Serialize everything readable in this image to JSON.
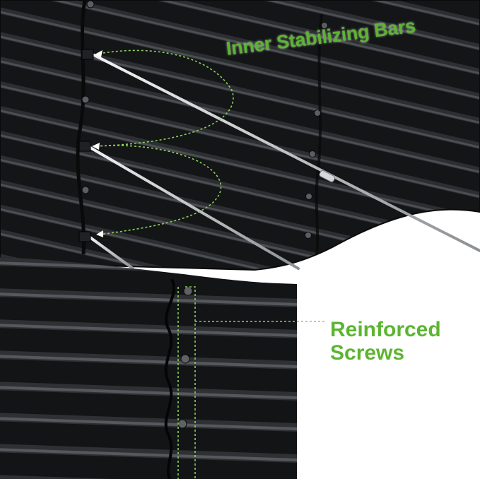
{
  "callouts": {
    "stabilizing_bars": "Inner Stabilizing Bars",
    "screws_line1": "Reinforced",
    "screws_line2": "Screws"
  },
  "colors": {
    "accent_green": "#5cb531",
    "panel_black": "#1b1c1e",
    "rod_silver": "#c9ccce",
    "background": "#ffffff"
  },
  "scene": {
    "subject": "black corrugated metal raised garden bed panels",
    "icons": [
      "screw-icon",
      "stabilizing-bar-icon"
    ]
  }
}
